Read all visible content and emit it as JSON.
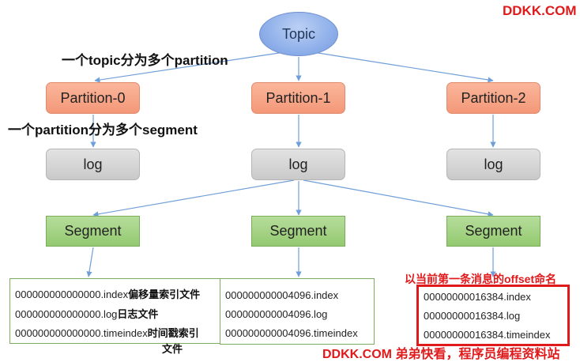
{
  "topic": "Topic",
  "watermark_top": "DDKK.COM",
  "note_topic": "一个topic分为多个partition",
  "note_partition": "一个partition分为多个segment",
  "partitions": [
    "Partition-0",
    "Partition-1",
    "Partition-2"
  ],
  "log_label": "log",
  "segment_label": "Segment",
  "offset_note": "以当前第一条消息的offset命名",
  "files": {
    "col0": {
      "index": "000000000000000.index",
      "index_desc": "偏移量索引文件",
      "log": "000000000000000.log",
      "log_desc": "日志文件",
      "timeindex": "000000000000000.timeindex",
      "timeindex_desc_1": "时间戳索引",
      "timeindex_desc_2": "文件"
    },
    "col1": {
      "index": "000000000004096.index",
      "log": "000000000004096.log",
      "timeindex": "000000000004096.timeindex"
    },
    "col2": {
      "index": "00000000016384.index",
      "log": "00000000016384.log",
      "timeindex": "00000000016384.timeindex"
    }
  },
  "watermark_bottom": "DDKK.COM 弟弟快看，程序员编程资料站",
  "colors": {
    "topic": "#8fb0ea",
    "partition": "#f6a487",
    "log": "#d4d4d4",
    "segment": "#a3d283",
    "arrow": "#6f9fd8",
    "highlight": "#e0191b"
  }
}
